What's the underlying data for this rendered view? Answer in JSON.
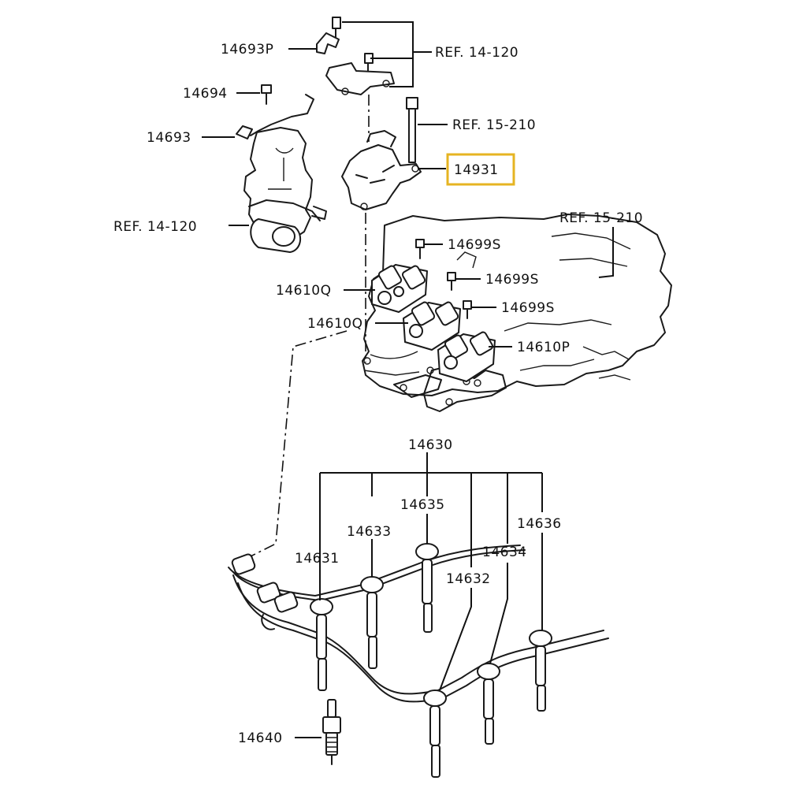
{
  "labels": {
    "p14693p": "14693P",
    "ref14120_top": "REF. 14-120",
    "p14694": "14694",
    "p14693": "14693",
    "ref15210_bolt": "REF. 15-210",
    "p14931": "14931",
    "ref14120_left": "REF. 14-120",
    "ref15210_manifold": "REF. 15-210",
    "p14699s_1": "14699S",
    "p14699s_2": "14699S",
    "p14699s_3": "14699S",
    "p14610q_1": "14610Q",
    "p14610q_2": "14610Q",
    "p14610p": "14610P",
    "p14630": "14630",
    "p14635": "14635",
    "p14633": "14633",
    "p14636": "14636",
    "p14631": "14631",
    "p14634": "14634",
    "p14632": "14632",
    "p14640": "14640"
  },
  "highlight": {
    "part": "14931",
    "color": "#e6b422"
  }
}
